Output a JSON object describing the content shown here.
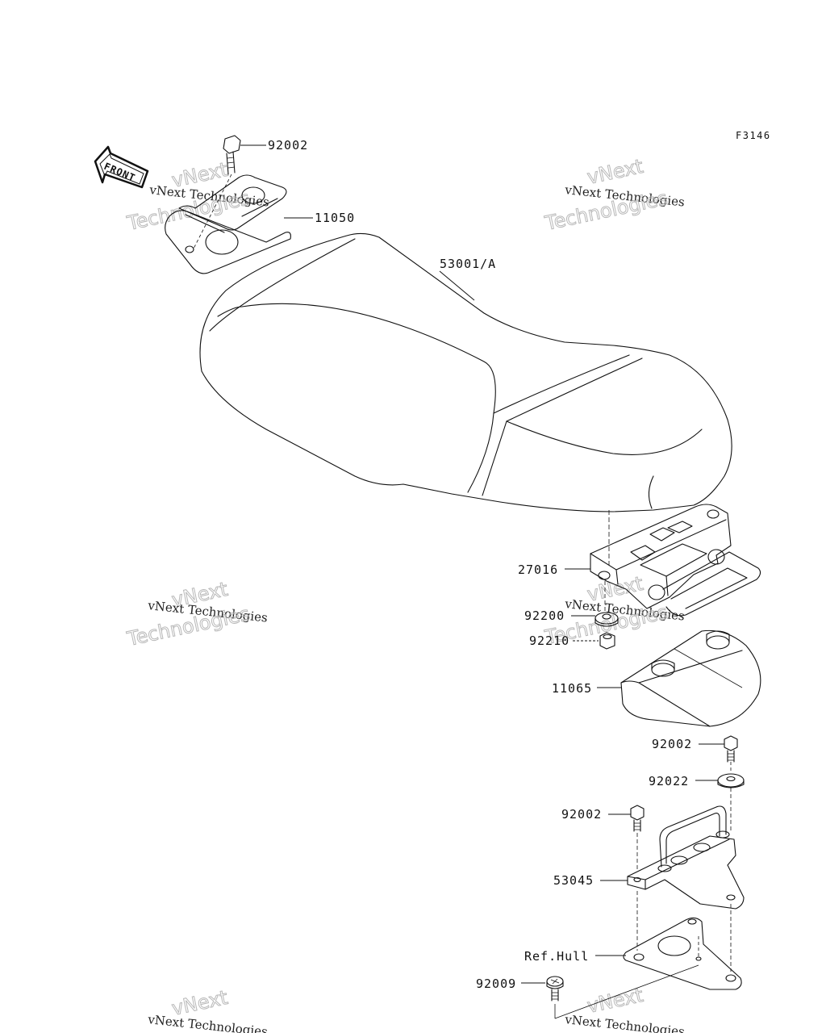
{
  "figure_code": "F3146",
  "front_arrow_label": "FRONT",
  "callouts": {
    "bolt_top": "92002",
    "front_bracket": "11050",
    "seat": "53001/A",
    "seat_hinge": "27016",
    "collar": "92200",
    "nut": "92210",
    "cover": "11065",
    "bolt_mid": "92002",
    "washer": "92022",
    "bolt_lower": "92002",
    "hook_bracket": "53045",
    "hull_ref": "Ref.Hull",
    "screw": "92009"
  },
  "watermark": {
    "line1": "vNext Technologies",
    "line2": "vNext",
    "line3": "Technologies"
  }
}
